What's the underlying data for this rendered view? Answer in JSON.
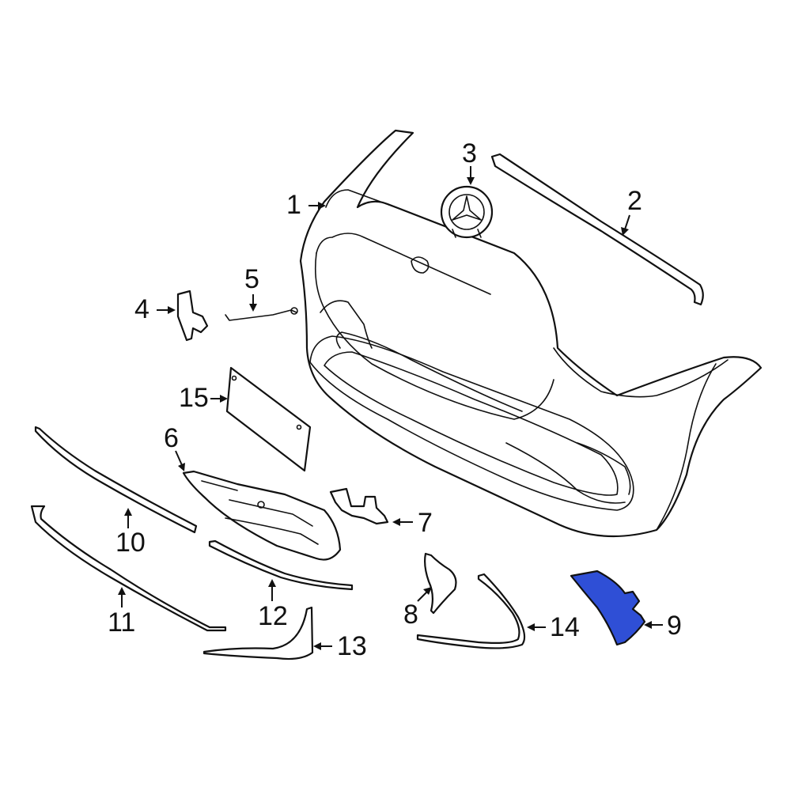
{
  "diagram": {
    "highlight_color": "#2f4fd6",
    "highlighted_part": "9",
    "callouts": {
      "c1": "1",
      "c2": "2",
      "c3": "3",
      "c4": "4",
      "c5": "5",
      "c6": "6",
      "c7": "7",
      "c8": "8",
      "c9": "9",
      "c10": "10",
      "c11": "11",
      "c12": "12",
      "c13": "13",
      "c14": "14",
      "c15": "15"
    }
  }
}
